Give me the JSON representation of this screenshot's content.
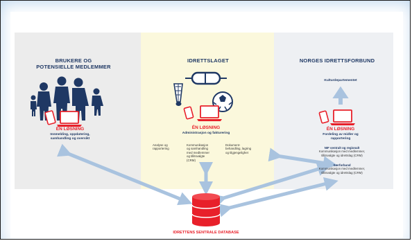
{
  "left": {
    "title_line1": "BRUKERE OG",
    "title_line2": "POTENSIELLE MEDLEMMER",
    "solution": "ÉN LØSNING",
    "desc_line1": "Innmelding, oppdatering,",
    "desc_line2": "samhandling og oversikt"
  },
  "middle": {
    "title": "IDRETTSLAGET",
    "solution": "ÉN LØSNING",
    "subtitle": "Administrasjon og fakturering",
    "item1_line1": "Analyse og",
    "item1_line2": "rapportering",
    "item2_line1": "Kommunikasjon",
    "item2_line2": "og samhandling",
    "item2_line3": "med medlemmer",
    "item2_line4": "og tillitsvalgte",
    "item2_line5": "(CRM)",
    "item3_line1": "Dokument-",
    "item3_line2": "behandling, lagring",
    "item3_line3": "og tilgjengelighet"
  },
  "right": {
    "title": "NORGES IDRETTSFORBUND",
    "ministry": "Kulturdepartementet",
    "solution": "ÉN LØSNING",
    "subtitle_line1": "Fordeling av midler og",
    "subtitle_line2": "rapportering",
    "nif_title": "NIF sentralt og regionalt",
    "nif_line1": "Kommunikasjon med medlemmer,",
    "nif_line2": "tillitsvalgte og idrettslag (CRM)",
    "sf_title": "Særforbund",
    "sf_line1": "Kommunikasjon med medlemmer,",
    "sf_line2": "tillitsvalgte og idrettslag (CRM)"
  },
  "database": {
    "label": "IDRETTENS SENTRALE DATABASE"
  },
  "colors": {
    "navy": "#1f3864",
    "red": "#e8202a",
    "arrow": "#a9c3df",
    "frame": "#c4daef"
  },
  "icons": [
    "family-icon",
    "phone-icon",
    "laptop-icon",
    "goggles-icon",
    "shuttlecock-icon",
    "football-icon",
    "database-icon"
  ]
}
